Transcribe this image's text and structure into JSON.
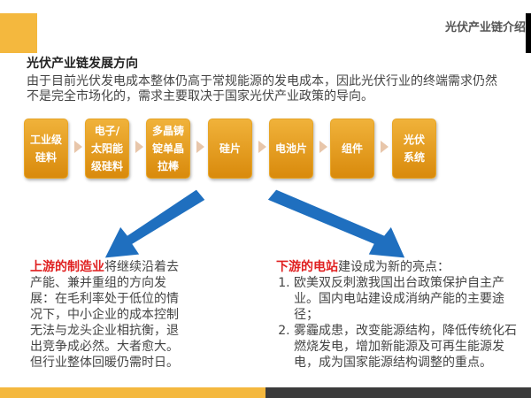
{
  "header": {
    "section_title": "光伏产业链介绍"
  },
  "title": "光伏产业链发展方向",
  "intro": "由于目前光伏发电成本整体仍高于常规能源的发电成本，因此光伏行业的终端需求仍然不是完全市场化的，需求主要取决于国家光伏产业政策的导向。",
  "chain": [
    "工业级\n硅料",
    "电子/\n太阳能\n级硅料",
    "多晶铸\n锭单晶\n拉棒",
    "硅片",
    "电池片",
    "组件",
    "光伏\n系统"
  ],
  "left": {
    "highlight": "上游的制造业",
    "text": "将继续沿着去产能、兼并重组的方向发展：在毛利率处于低位的情况下，中小企业的成本控制无法与龙头企业相抗衡，退出竞争成必然。大者愈大。但行业整体回暖仍需时日。"
  },
  "right": {
    "highlight": "下游的电站",
    "text": "建设成为新的亮点：",
    "items": [
      "欧美双反刺激我国出台政策保护自主产业。国内电站建设成消纳产能的主要途径；",
      "雾霾成患，改变能源结构，降低传统化石燃烧发电，增加新能源及可再生能源发电，成为国家能源结构调整的重点。"
    ]
  },
  "colors": {
    "accent": "#f4b83e",
    "box": "#e09a1c",
    "arrow": "#1f6fbf",
    "highlight": "#e02020"
  }
}
